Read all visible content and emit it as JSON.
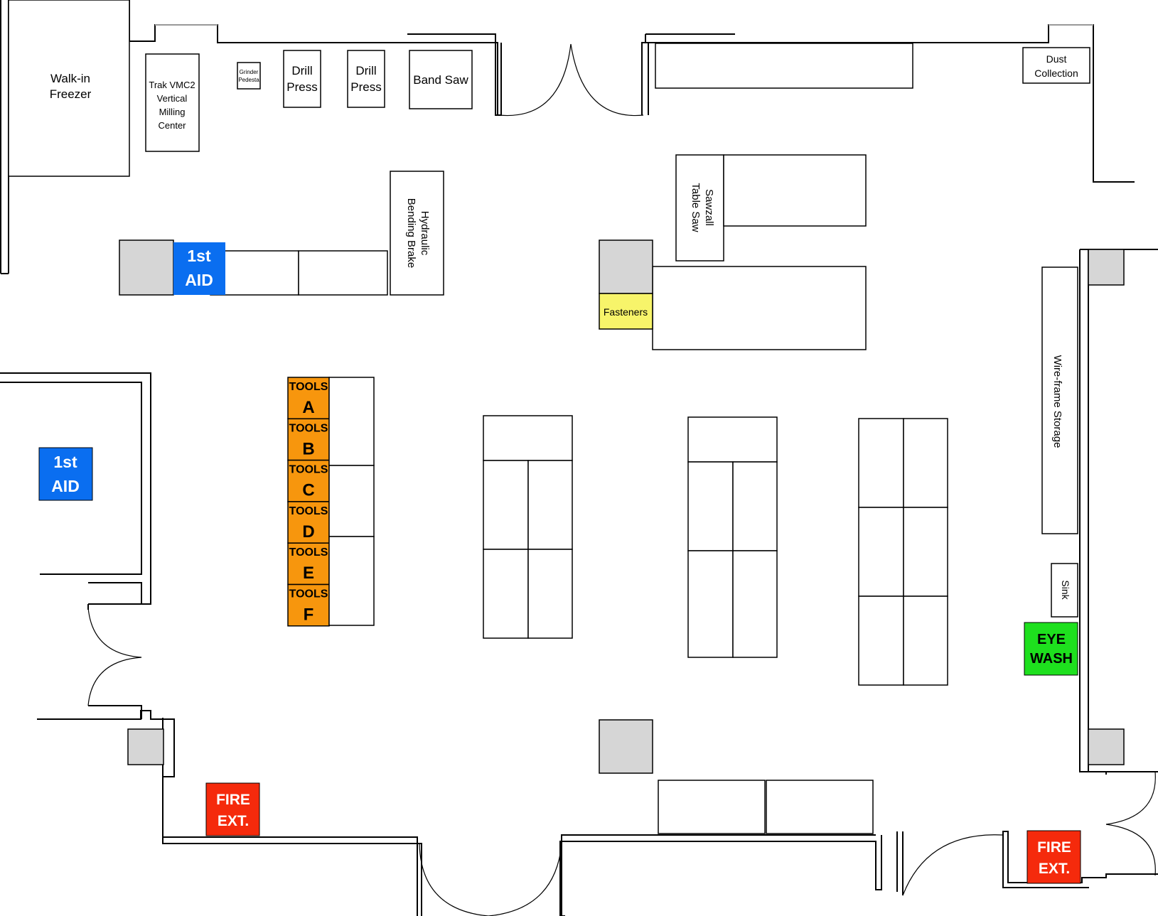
{
  "equipment": {
    "walk_in_freezer": [
      "Walk-in",
      "Freezer"
    ],
    "trak_vmc2": [
      "Trak VMC2",
      "Vertical",
      "Milling",
      "Center"
    ],
    "grinder_pedestal": [
      "Grinder",
      "Pedesta"
    ],
    "drill_press_1": [
      "Drill",
      "Press"
    ],
    "drill_press_2": [
      "Drill",
      "Press"
    ],
    "band_saw": "Band Saw",
    "dust_collection": [
      "Dust",
      "Collection"
    ],
    "hydraulic_bending_brake": [
      "Hydraulic",
      "Bending Brake"
    ],
    "sawzall_table_saw": [
      "Sawzall",
      "Table Saw"
    ],
    "fasteners": "Fasteners",
    "wire_frame_storage": "Wire-frame Storage",
    "sink": "Sink"
  },
  "tool_cabinets": [
    {
      "word": "TOOLS",
      "letter": "A"
    },
    {
      "word": "TOOLS",
      "letter": "B"
    },
    {
      "word": "TOOLS",
      "letter": "C"
    },
    {
      "word": "TOOLS",
      "letter": "D"
    },
    {
      "word": "TOOLS",
      "letter": "E"
    },
    {
      "word": "TOOLS",
      "letter": "F"
    }
  ],
  "safety": {
    "first_aid_top": [
      "1st",
      "AID"
    ],
    "first_aid_left": [
      "1st",
      "AID"
    ],
    "eye_wash": [
      "EYE",
      "WASH"
    ],
    "fire_ext_left": [
      "FIRE",
      "EXT."
    ],
    "fire_ext_right": [
      "FIRE",
      "EXT."
    ]
  },
  "colors": {
    "first_aid": "#0a6ef0",
    "eye_wash": "#1ee01e",
    "fire_ext": "#f52a0c",
    "tools": "#f7960d",
    "fasteners": "#f7f46a",
    "bin": "#d6d6d6"
  }
}
